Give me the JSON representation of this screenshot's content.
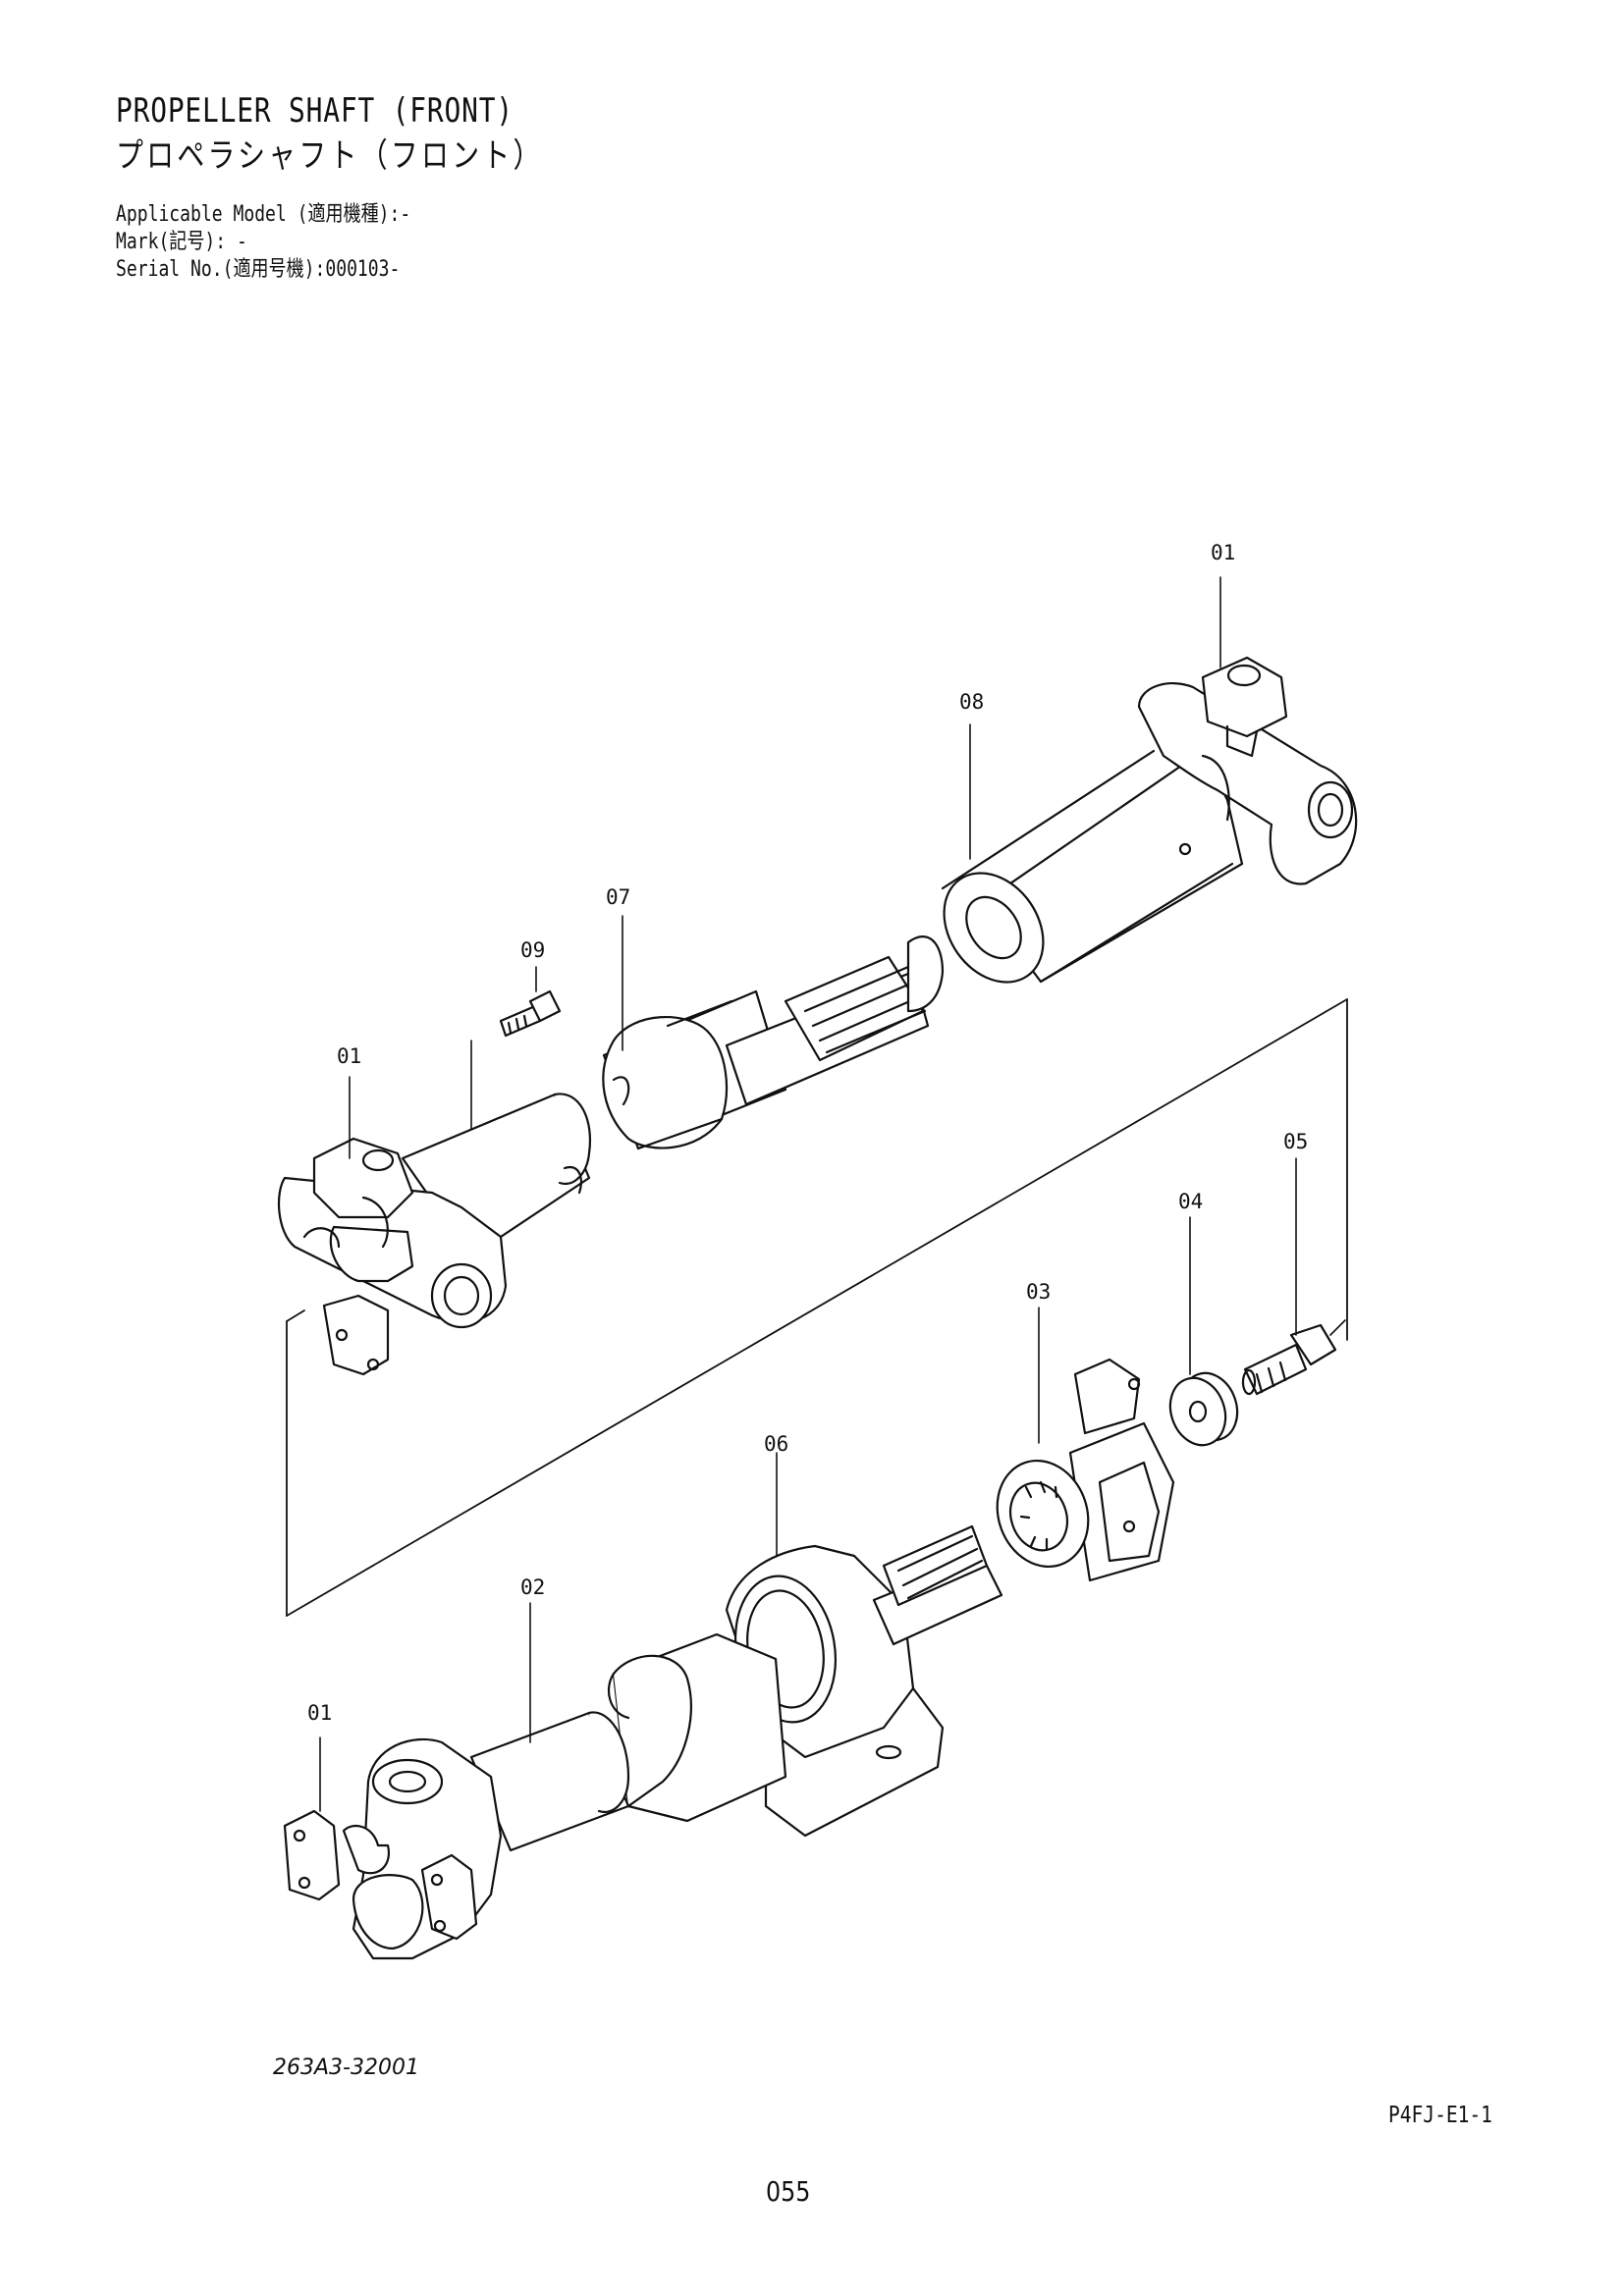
{
  "header": {
    "title_en": "PROPELLER SHAFT (FRONT)",
    "title_jp": "プロペラシャフト（フロント）",
    "applicable_model": "Applicable Model (適用機種):-",
    "mark": "Mark(記号): -",
    "serial": "Serial No.(適用号機):000103-"
  },
  "callouts": {
    "c01_top": "01",
    "c08": "08",
    "c07": "07",
    "c09": "09",
    "c01_mid": "01",
    "c05": "05",
    "c04": "04",
    "c03": "03",
    "c06": "06",
    "c02": "02",
    "c01_bottom": "01"
  },
  "footer": {
    "drawing_number": "263A3-32001",
    "page_ref": "P4FJ-E1-1",
    "page_number": "055"
  }
}
